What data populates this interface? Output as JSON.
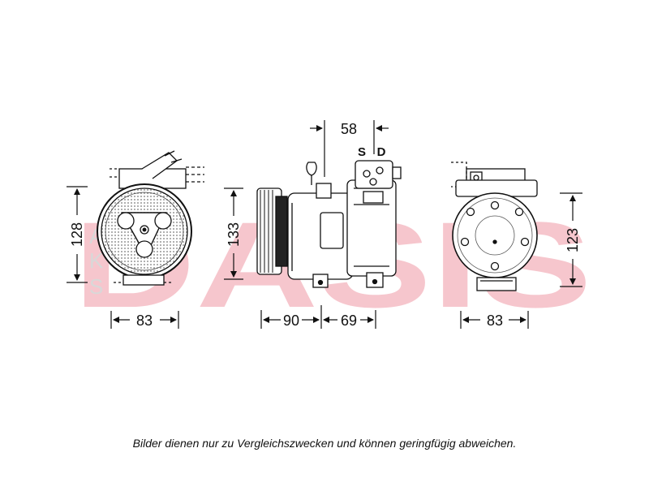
{
  "watermark": {
    "text": "DASIS",
    "color": "#e2364f",
    "small_letters": [
      "A",
      "K",
      "S"
    ]
  },
  "views": {
    "front": {
      "height_label": "128",
      "width_label": "83"
    },
    "side": {
      "height_label": "133",
      "top_label": "58",
      "port_suction": "S",
      "port_discharge": "D",
      "left_width_label": "90",
      "right_width_label": "69"
    },
    "rear": {
      "height_label": "123",
      "width_label": "83"
    }
  },
  "caption": "Bilder dienen nur zu Vergleichszwecken und können geringfügig abweichen."
}
